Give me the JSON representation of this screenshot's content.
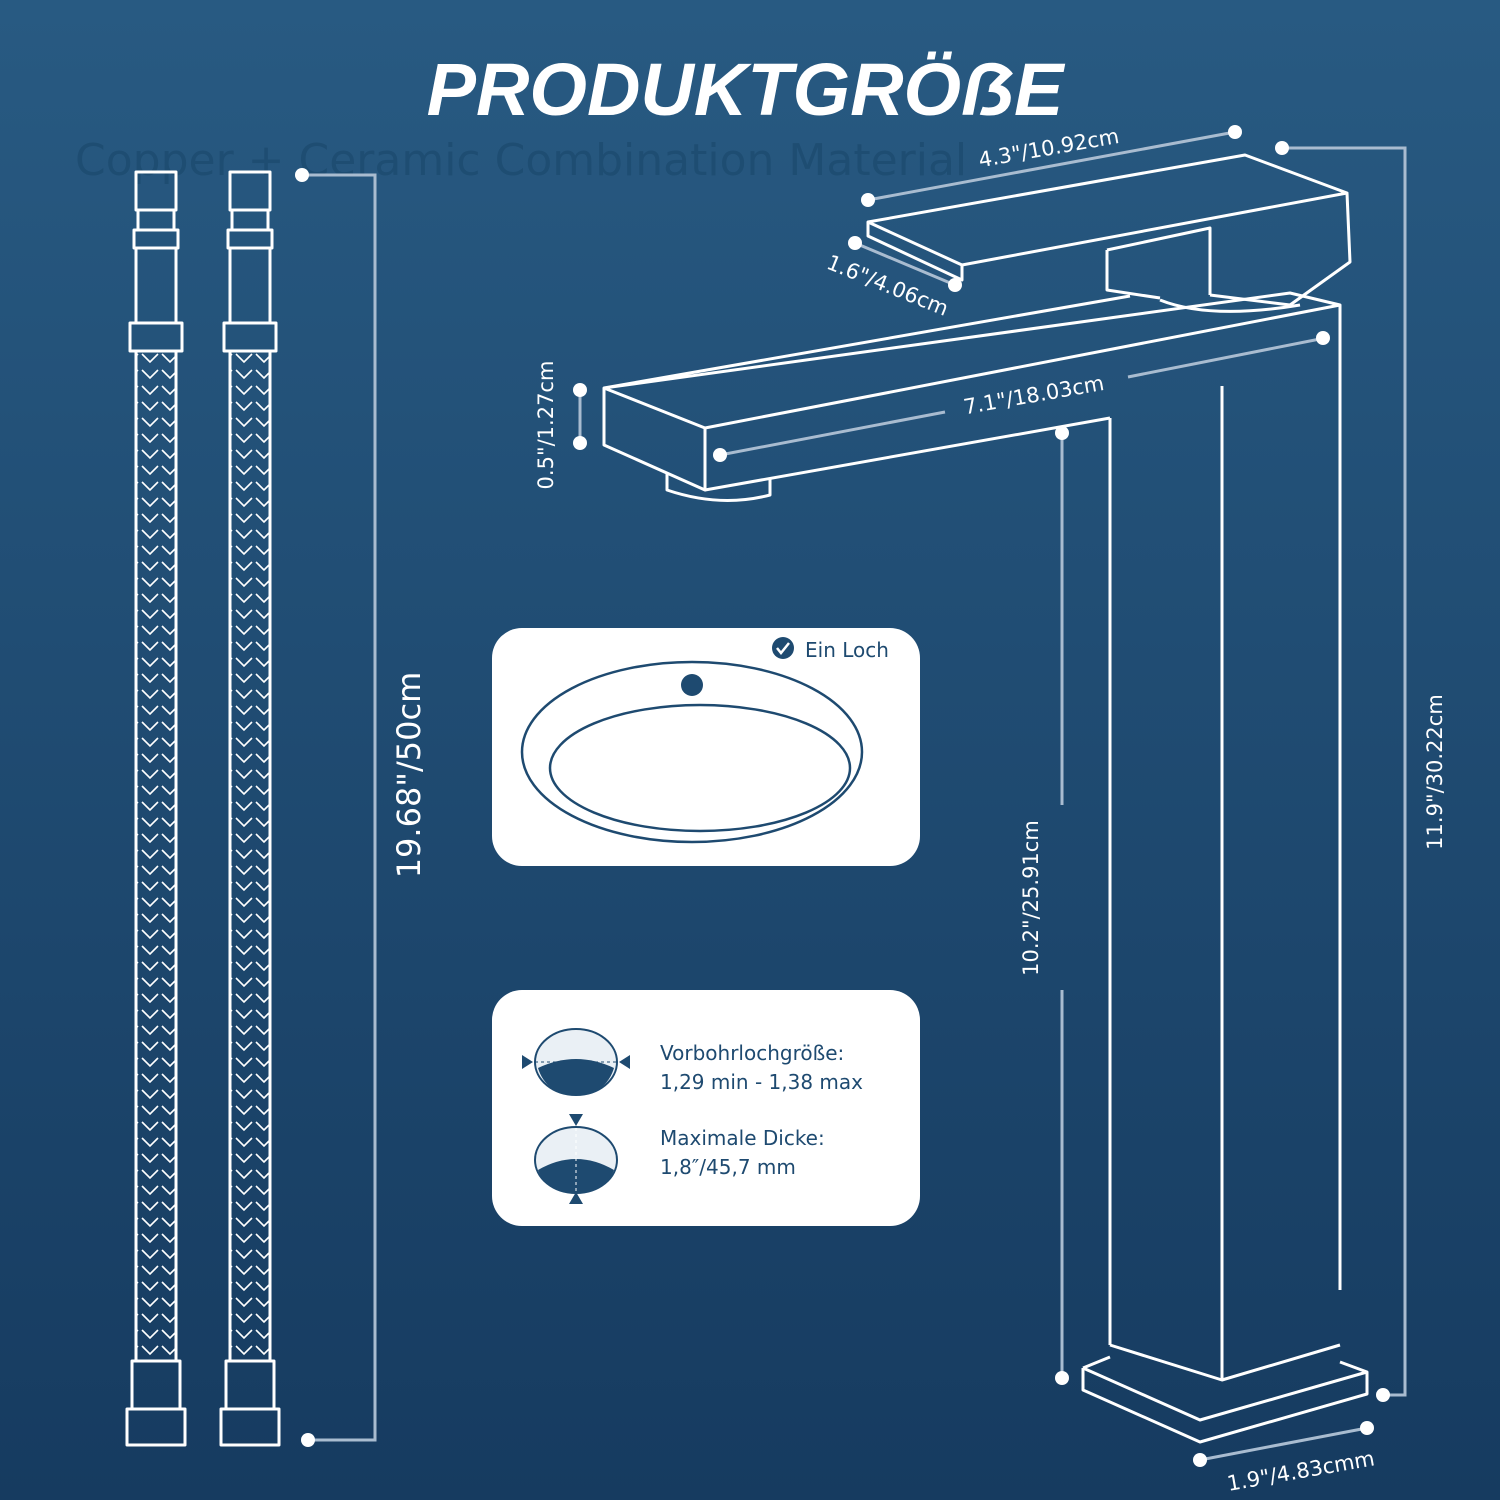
{
  "title": "PRODUKTGRÖẞE",
  "subtitle_faded": "Copper + Ceramic Combination Material",
  "dimensions": {
    "handle_length": "4.3\"/10.92cm",
    "handle_width": "1.6\"/4.06cm",
    "total_height": "11.9\"/30.22cm",
    "spout_length": "7.1\"/18.03cm",
    "spout_thickness": "0.5\"/1.27cm",
    "spout_height": "10.2\"/25.91cm",
    "base_width": "1.9\"/4.83cmm",
    "hose_length": "19.68\"/50cm"
  },
  "card_hole": {
    "label": "Ein Loch",
    "icon": "check-circle-icon"
  },
  "card_specs": {
    "hole_size_label": "Vorbohrlochgröße:",
    "hole_size_value": "1,29 min - 1,38 max",
    "thickness_label": "Maximale Dicke:",
    "thickness_value": "1,8″/45,7 mm"
  },
  "colors": {
    "background": "#1d4870",
    "line": "#ffffff",
    "dimension": "#a9bcd0",
    "card_text": "#1e4a70"
  }
}
